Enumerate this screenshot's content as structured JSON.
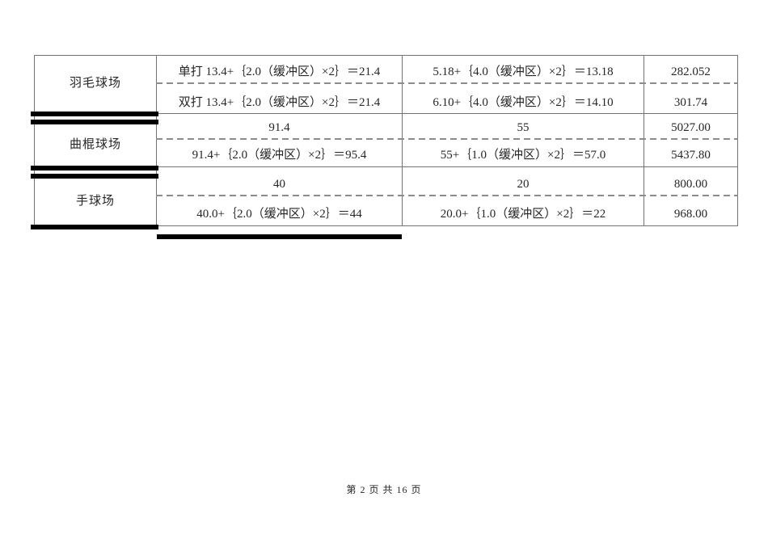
{
  "table": {
    "groups": [
      {
        "label": "羽毛球场",
        "rows": [
          [
            "单打 13.4+｛2.0（缓冲区）×2｝＝21.4",
            "5.18+｛4.0（缓冲区）×2｝＝13.18",
            "282.052"
          ],
          [
            "双打 13.4+｛2.0（缓冲区）×2｝＝21.4",
            "6.10+｛4.0（缓冲区）×2｝＝14.10",
            "301.74"
          ]
        ]
      },
      {
        "label": "曲棍球场",
        "rows": [
          [
            "91.4",
            "55",
            "5027.00"
          ],
          [
            "91.4+｛2.0（缓冲区）×2｝＝95.4",
            "55+｛1.0（缓冲区）×2｝＝57.0",
            "5437.80"
          ]
        ]
      },
      {
        "label": "手球场",
        "rows": [
          [
            "40",
            "20",
            "800.00"
          ],
          [
            "40.0+｛2.0（缓冲区）×2｝＝44",
            "20.0+｛1.0（缓冲区）×2｝＝22",
            "968.00"
          ]
        ]
      }
    ]
  },
  "footer": {
    "text": "第 2 页 共 16 页"
  },
  "colors": {
    "border": "#737373",
    "dashed_divider": "#8c8c8c",
    "group_divider_bar": "#000000",
    "text": "#262626",
    "background": "#ffffff"
  }
}
